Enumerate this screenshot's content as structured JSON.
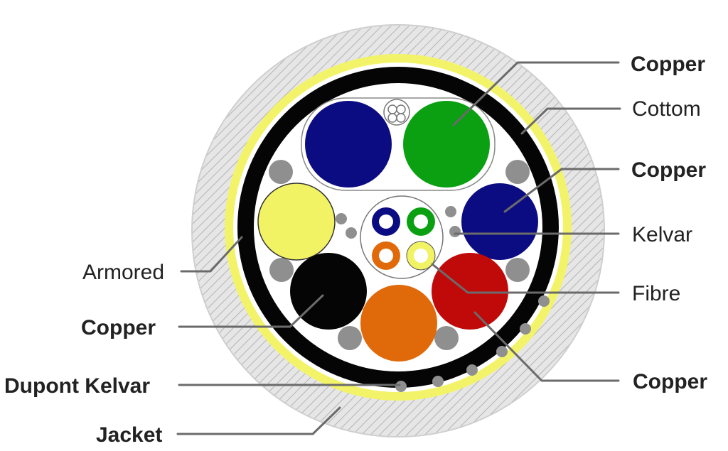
{
  "labels": {
    "copper_top_right": "Copper",
    "cottom": "Cottom",
    "copper_mid_right": "Copper",
    "kelvar": "Kelvar",
    "fibre": "Fibre",
    "copper_bottom_right": "Copper",
    "armored": "Armored",
    "copper_left": "Copper",
    "dupont_kelvar": "Dupont Kelvar",
    "jacket": "Jacket"
  },
  "colors": {
    "jacket": "#e6e6e6",
    "jacket_hatch": "#b4b4b4",
    "kelvar_layer": "#f3f36a",
    "armor": "#050505",
    "core_background": "#ffffff",
    "filler": "#8f8f8f",
    "copper_blue": "#0c0c82",
    "copper_green": "#0aa012",
    "copper_yellow": "#f2f265",
    "copper_black": "#050505",
    "copper_orange": "#e06a0a",
    "copper_red": "#c00a0a",
    "fibre_blue": "#0c0c82",
    "fibre_green": "#0aa012",
    "fibre_orange": "#e06a0a",
    "fibre_yellow": "#f2f265",
    "leader_line": "#6b6b6b"
  },
  "icons": {
    "cable": "cable-cross-section-icon"
  }
}
